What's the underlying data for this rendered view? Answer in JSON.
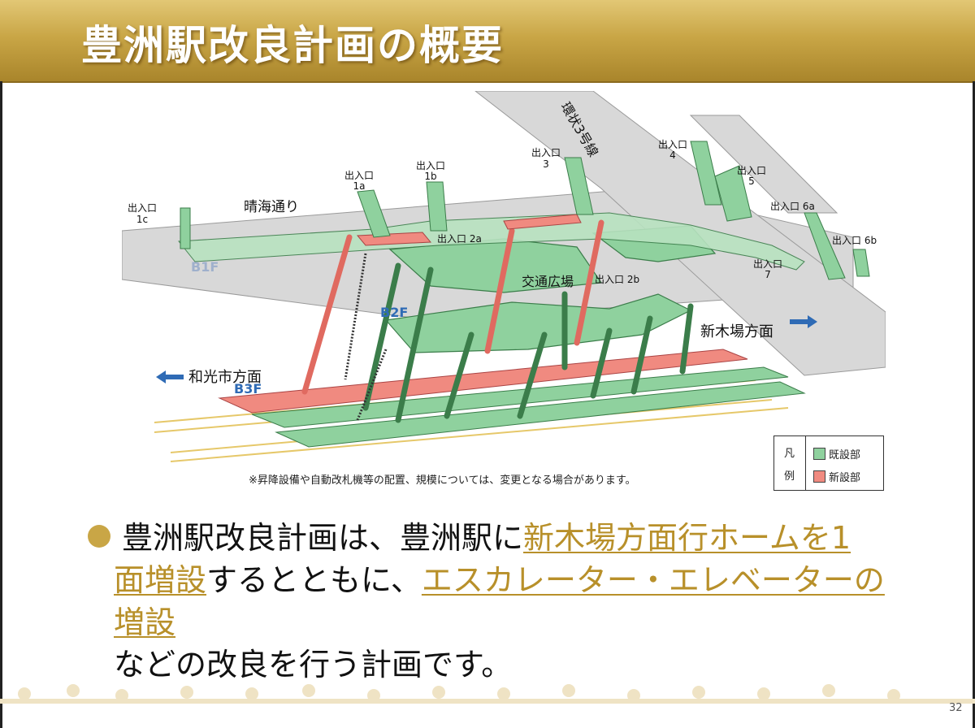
{
  "title": "豊洲駅改良計画の概要",
  "diagram": {
    "floors": {
      "b1": "B1F",
      "b2": "B2F",
      "b3": "B3F"
    },
    "roads": {
      "harumi": "晴海通り",
      "kanjo": "環状3号線"
    },
    "plaza": "交通広場",
    "directions": {
      "wako": "和光市方面",
      "shinkiba": "新木場方面"
    },
    "exits": {
      "e1c": [
        "出入口",
        "1c"
      ],
      "e1a": [
        "出入口",
        "1a"
      ],
      "e1b": [
        "出入口",
        "1b"
      ],
      "e3": [
        "出入口",
        "3"
      ],
      "e4": [
        "出入口",
        "4"
      ],
      "e5": [
        "出入口",
        "5"
      ],
      "e6a": "出入口 6a",
      "e6b": "出入口 6b",
      "e2a": "出入口 2a",
      "e2b": "出入口 2b",
      "e7": [
        "出入口",
        "7"
      ]
    }
  },
  "note": "※昇降設備や自動改札機等の配置、規模については、変更となる場合があります。",
  "legend": {
    "key_top": "凡",
    "key_bottom": "例",
    "existing": {
      "label": "既設部",
      "color": "#8fd19e"
    },
    "new": {
      "label": "新設部",
      "color": "#f08a80"
    }
  },
  "bullet": {
    "l1_pre": "豊洲駅改良計画は、豊洲駅に",
    "l1_hl": "新木場方面行ホームを1",
    "l2_hl1": "面増設",
    "l2_mid": "するとともに、",
    "l2_hl2": "エスカレーター・エレベーターの増設",
    "l3": "などの改良を行う計画です。"
  },
  "page_number": "32"
}
